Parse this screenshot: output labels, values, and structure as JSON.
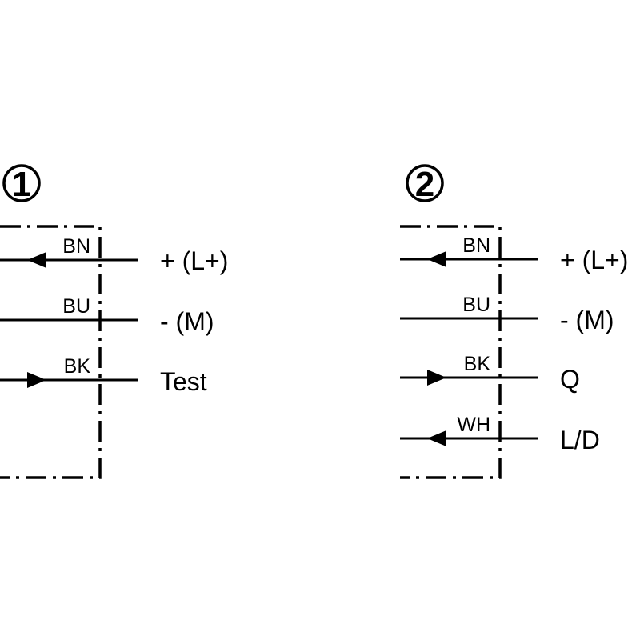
{
  "diagrams": [
    {
      "number": "1",
      "wires": [
        {
          "color": "BN",
          "terminal": "+ (L+)",
          "arrow": "in"
        },
        {
          "color": "BU",
          "terminal": "- (M)",
          "arrow": "none"
        },
        {
          "color": "BK",
          "terminal": "Test",
          "arrow": "out"
        }
      ]
    },
    {
      "number": "2",
      "wires": [
        {
          "color": "BN",
          "terminal": "+ (L+)",
          "arrow": "in"
        },
        {
          "color": "BU",
          "terminal": "- (M)",
          "arrow": "none"
        },
        {
          "color": "BK",
          "terminal": "Q",
          "arrow": "out"
        },
        {
          "color": "WH",
          "terminal": "L/D",
          "arrow": "in"
        }
      ]
    }
  ]
}
